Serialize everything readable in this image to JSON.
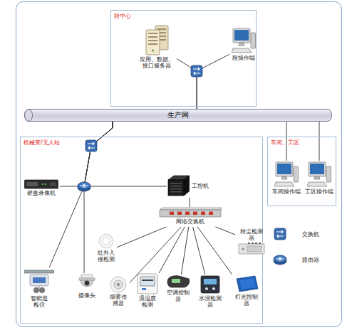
{
  "diagram": {
    "nodes": [
      {
        "text": [
          "段中心"
        ]
      },
      {
        "text": [
          "应用、数据、接口服务器"
        ],
        "in": 0
      },
      {
        "text": [
          "段操作端"
        ],
        "in": 0
      },
      {
        "text": [
          "生产网"
        ]
      },
      {
        "text": [
          "机械室/无人站"
        ]
      },
      {
        "text": [
          "硬盘录像机"
        ],
        "in": 4
      },
      {
        "text": [
          "工控机"
        ],
        "in": 4
      },
      {
        "text": [
          "网络交换机"
        ],
        "in": 4
      },
      {
        "text": [
          "红外入侵检测"
        ],
        "in": 4
      },
      {
        "text": [
          "粉尘检测器"
        ],
        "in": 4
      },
      {
        "text": [
          "智能巡检仪"
        ],
        "in": 4
      },
      {
        "text": [
          "摄像头"
        ],
        "in": 4
      },
      {
        "text": [
          "烟雾传感器"
        ],
        "in": 4
      },
      {
        "text": [
          "温湿度检测"
        ],
        "in": 4
      },
      {
        "text": [
          "空调控制器"
        ],
        "in": 4
      },
      {
        "text": [
          "水浸检测器"
        ],
        "in": 4
      },
      {
        "text": [
          "灯光控制器"
        ],
        "in": 4
      },
      {
        "text": [
          "车间、工区"
        ]
      },
      {
        "text": [
          "车间操作端"
        ],
        "in": 17
      },
      {
        "text": [
          "工区操作端"
        ],
        "in": 17
      }
    ],
    "edges": [
      {
        "from": 1,
        "to": 3,
        "arrow": "none"
      },
      {
        "from": 2,
        "to": 3,
        "arrow": "none"
      },
      {
        "from": 3,
        "to": 5,
        "arrow": "none"
      },
      {
        "from": 3,
        "to": 6,
        "arrow": "none"
      },
      {
        "from": 3,
        "to": 10,
        "arrow": "none"
      },
      {
        "from": 3,
        "to": 11,
        "arrow": "none"
      },
      {
        "from": 6,
        "to": 7,
        "arrow": "none"
      },
      {
        "from": 7,
        "to": 8,
        "arrow": "none"
      },
      {
        "from": 7,
        "to": 12,
        "arrow": "none"
      },
      {
        "from": 7,
        "to": 13,
        "arrow": "none"
      },
      {
        "from": 7,
        "to": 14,
        "arrow": "none"
      },
      {
        "from": 7,
        "to": 15,
        "arrow": "none"
      },
      {
        "from": 7,
        "to": 16,
        "arrow": "none"
      },
      {
        "from": 7,
        "to": 9,
        "arrow": "none"
      },
      {
        "from": 3,
        "to": 18,
        "arrow": "none"
      },
      {
        "from": 3,
        "to": 19,
        "arrow": "none"
      }
    ],
    "legend": [
      {
        "text": "交换机"
      },
      {
        "text": "路由器"
      }
    ]
  }
}
